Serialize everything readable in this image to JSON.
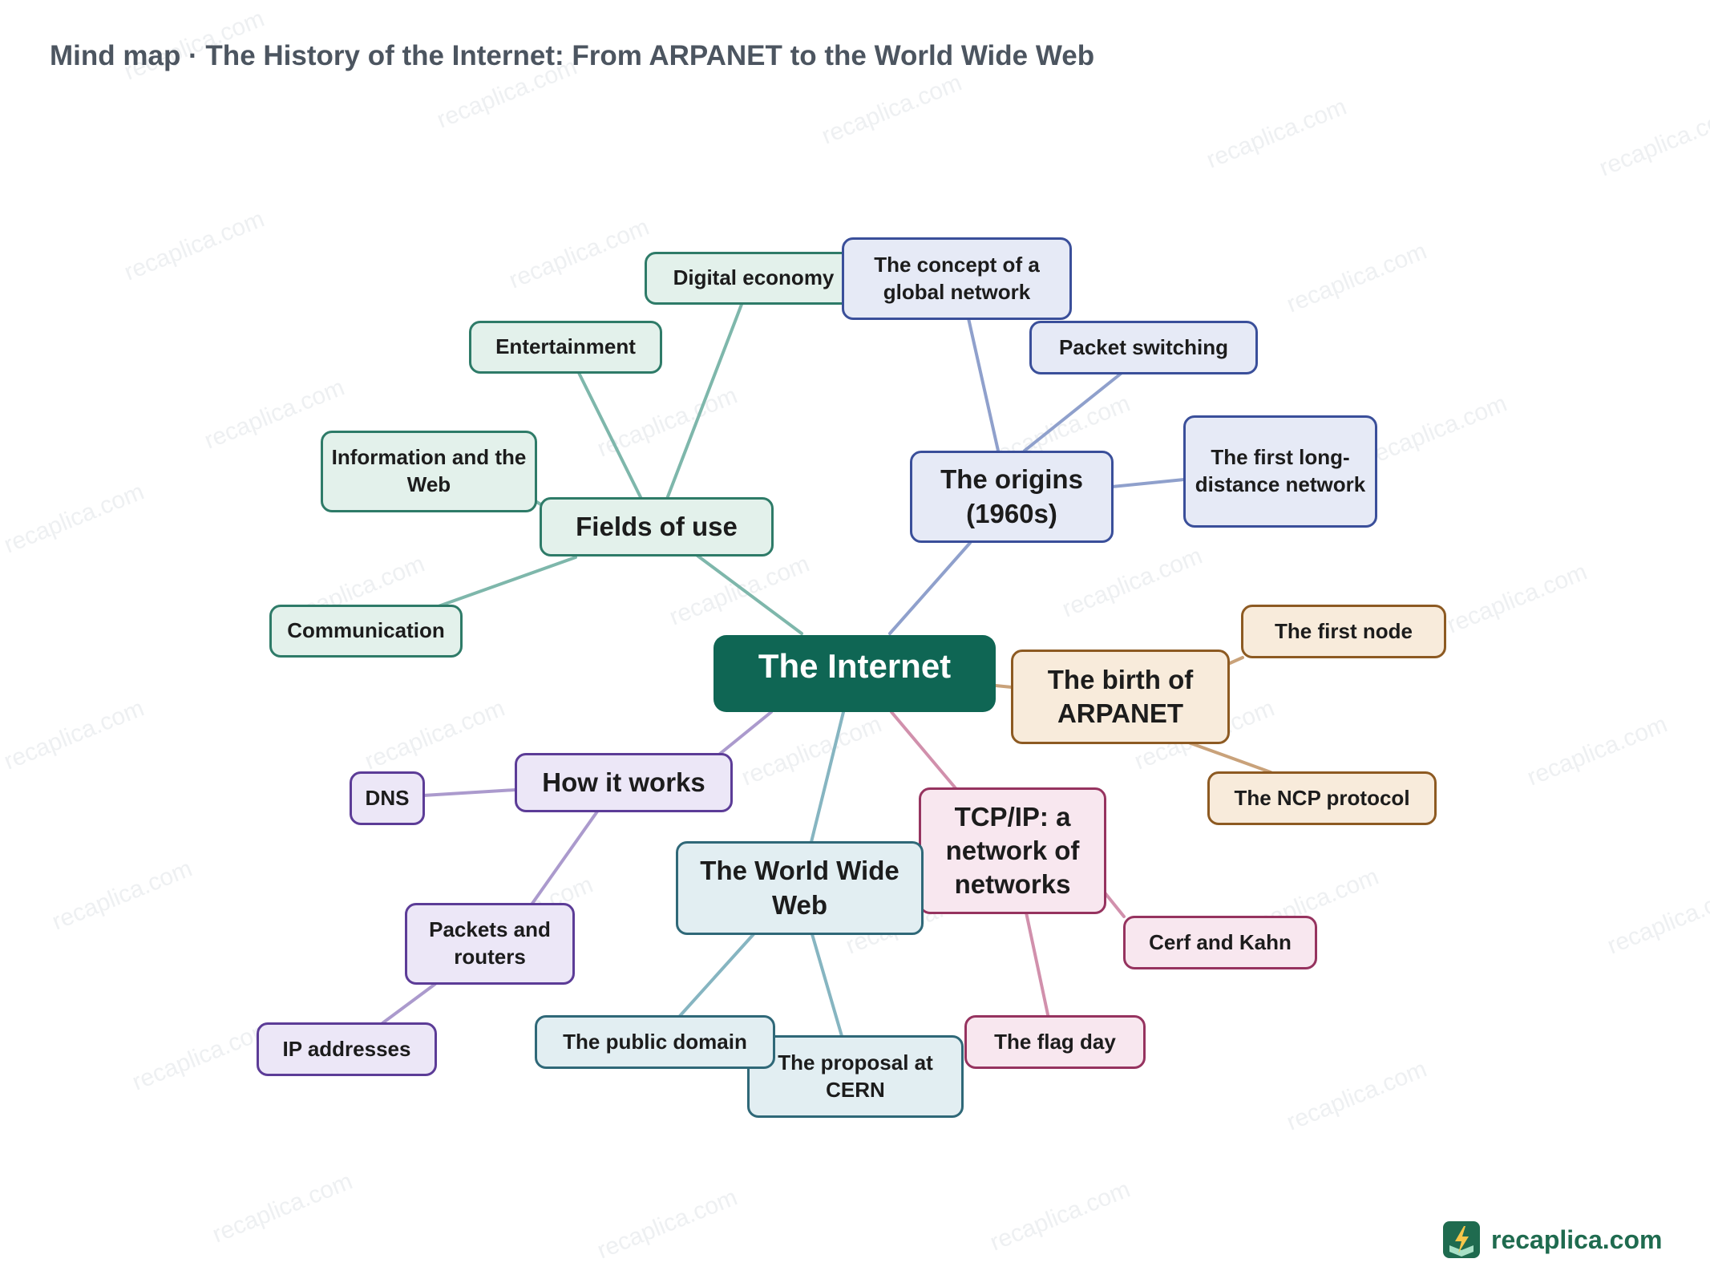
{
  "title": "Mind map · The History of the Internet: From ARPANET to the World Wide Web",
  "watermark": "recaplica.com",
  "brand": {
    "name": "recaplica.com",
    "color": "#1f6b4f"
  },
  "root": {
    "label": "The Internet",
    "color": "#0f6654"
  },
  "branches": [
    {
      "id": "fields",
      "label": "Fields of use",
      "color": "#2e7b68",
      "children": [
        "Digital economy",
        "Entertainment",
        "Information and the Web",
        "Communication"
      ]
    },
    {
      "id": "origins",
      "label": "The origins (1960s)",
      "color": "#3a4f9a",
      "children": [
        "The concept of a global network",
        "Packet switching",
        "The first long-distance network"
      ]
    },
    {
      "id": "arpanet",
      "label": "The birth of ARPANET",
      "color": "#8d5a22",
      "children": [
        "The first node",
        "The NCP protocol"
      ]
    },
    {
      "id": "tcpip",
      "label": "TCP/IP: a network of networks",
      "color": "#96335f",
      "children": [
        "Cerf and Kahn",
        "The flag day"
      ]
    },
    {
      "id": "www",
      "label": "The World Wide Web",
      "color": "#2f6878",
      "children": [
        "The public domain",
        "The proposal at CERN"
      ]
    },
    {
      "id": "how",
      "label": "How it works",
      "color": "#5c3c97",
      "children": [
        "DNS",
        "Packets and routers",
        "IP addresses"
      ]
    }
  ]
}
